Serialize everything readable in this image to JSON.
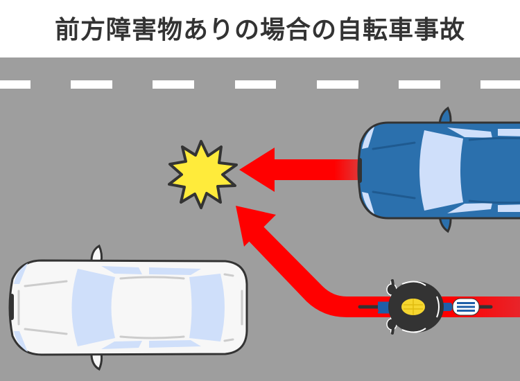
{
  "header": {
    "title": "前方障害物ありの場合の自転車事故"
  },
  "scene": {
    "road_color": "#9e9e9e",
    "lane_marking_color": "#ffffff",
    "elements": [
      {
        "name": "collision-burst-icon",
        "color": "#ffeb3b"
      },
      {
        "name": "oncoming-car",
        "color": "#2b70ad",
        "direction": "left"
      },
      {
        "name": "parked-car",
        "color": "#f7f7f7",
        "direction": "left"
      },
      {
        "name": "bicycle-rider",
        "helmet_color": "#f5d630",
        "direction": "left"
      },
      {
        "name": "car-path-arrow",
        "color": "#ff0000"
      },
      {
        "name": "bicycle-path-arrow",
        "color": "#ff0000"
      }
    ]
  }
}
